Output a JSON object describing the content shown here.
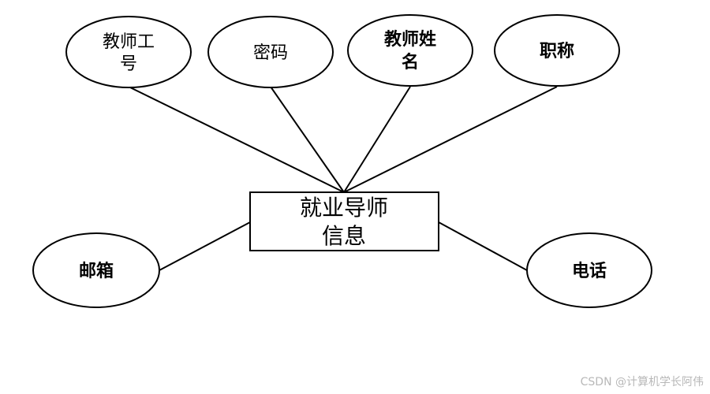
{
  "diagram": {
    "entity": {
      "lines": [
        "就业导师",
        "信息"
      ]
    },
    "attributes": [
      {
        "id": "teacher-id",
        "lines": [
          "教师工",
          "号"
        ]
      },
      {
        "id": "password",
        "lines": [
          "密码"
        ]
      },
      {
        "id": "teacher-name",
        "lines": [
          "教师姓",
          "名"
        ]
      },
      {
        "id": "title",
        "lines": [
          "职称"
        ]
      },
      {
        "id": "email",
        "lines": [
          "邮箱"
        ]
      },
      {
        "id": "phone",
        "lines": [
          "电话"
        ]
      }
    ]
  },
  "watermark": "CSDN @计算机学长阿伟",
  "colors": {
    "stroke": "#000000",
    "background": "#ffffff",
    "watermark": "#b8b8b8"
  }
}
